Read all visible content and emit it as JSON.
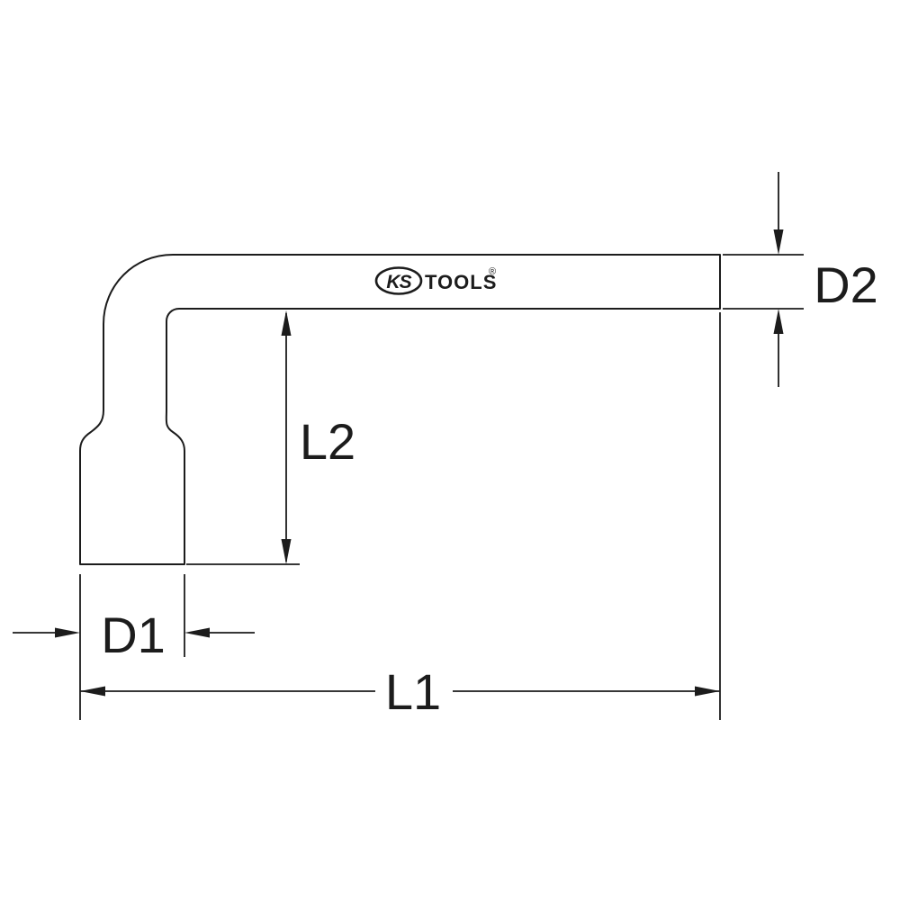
{
  "labels": {
    "d1": "D1",
    "d2": "D2",
    "l1": "L1",
    "l2": "L2"
  },
  "logo": {
    "ks": "KS",
    "tools": "TOOLS",
    "registered": "®"
  },
  "colors": {
    "line": "#1c1c1c",
    "background": "#ffffff"
  }
}
